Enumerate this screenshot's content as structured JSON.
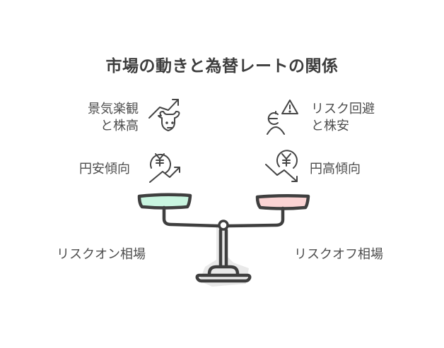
{
  "title": "市場の動きと為替レートの関係",
  "left": {
    "sentiment": {
      "line1": "景気楽観",
      "line2": "と株高",
      "icon": "bull-chart-up-icon"
    },
    "currency": {
      "label": "円安傾向",
      "icon": "yen-trend-up-icon"
    },
    "market": "リスクオン相場",
    "pan_color": "#c9f5e0"
  },
  "right": {
    "sentiment": {
      "line1": "リスク回避",
      "line2": "と株安",
      "icon": "person-warning-icon"
    },
    "currency": {
      "label": "円高傾向",
      "icon": "yen-trend-down-icon"
    },
    "market": "リスクオフ相場",
    "pan_color": "#fbd4d4"
  },
  "scale": {
    "icon": "balance-scale-icon",
    "stroke": "#3f3f3f",
    "shadow": "#e6e6e6"
  }
}
